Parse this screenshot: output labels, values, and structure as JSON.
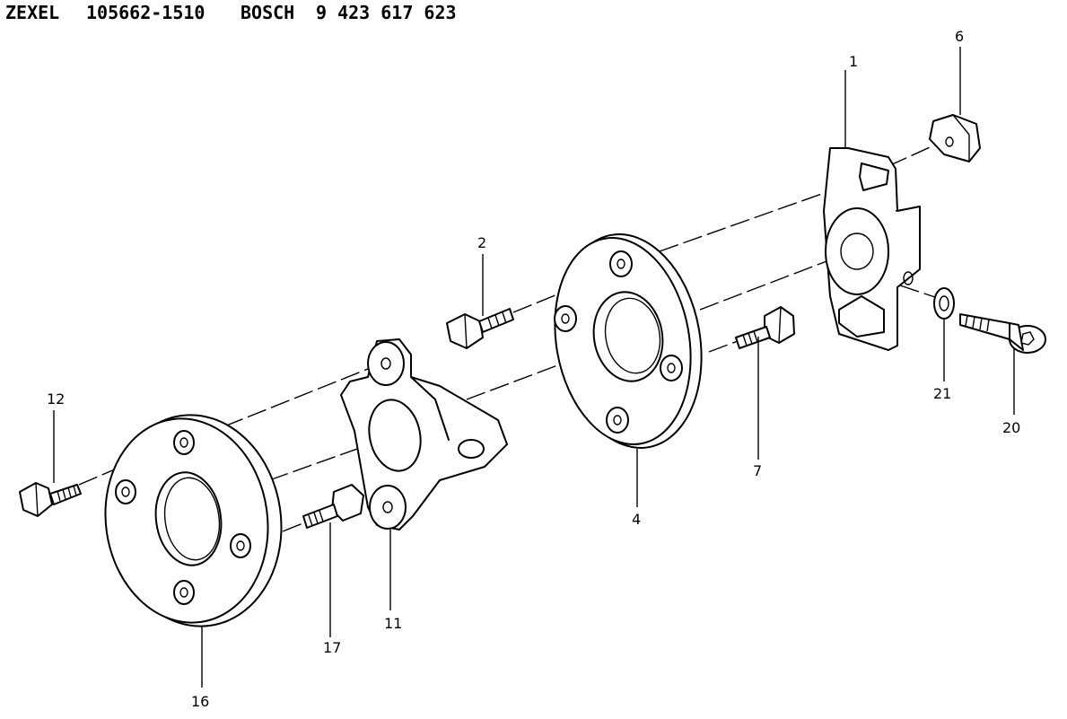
{
  "header": {
    "maker": "ZEXEL",
    "maker_part": "105662-1510",
    "brand": "BOSCH",
    "brand_part": "9 423 617 623"
  },
  "callouts": {
    "c1": "1",
    "c2": "2",
    "c4": "4",
    "c6": "6",
    "c7": "7",
    "c11": "11",
    "c12": "12",
    "c16": "16",
    "c17": "17",
    "c20": "20",
    "c21": "21"
  }
}
